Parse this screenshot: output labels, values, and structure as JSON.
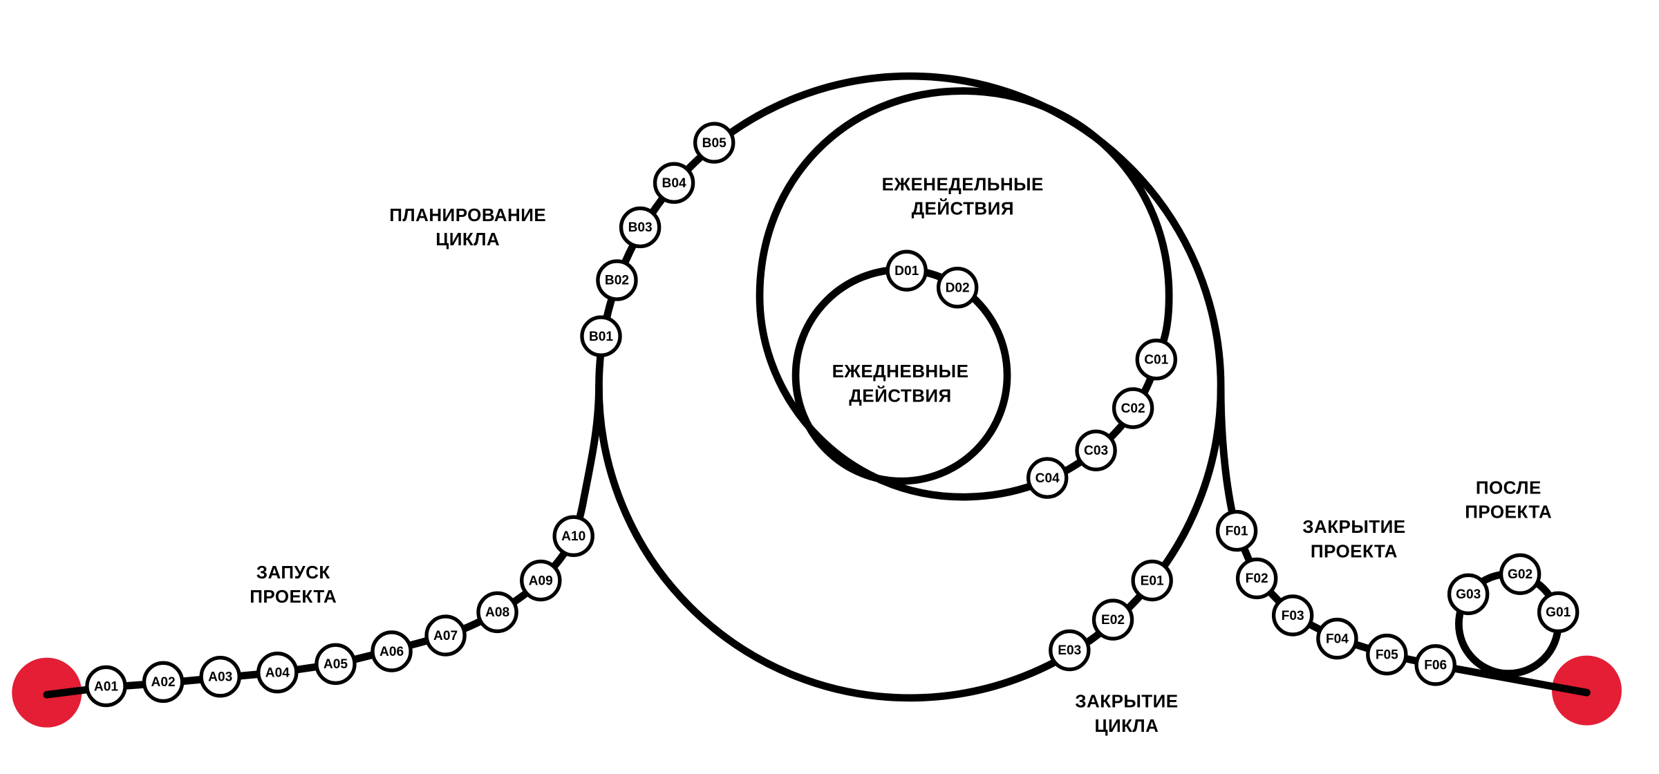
{
  "colors": {
    "line": "#000000",
    "endpoint": "#e31e35",
    "node_fill": "#ffffff"
  },
  "labels": {
    "launch": [
      "ЗАПУСК",
      "ПРОЕКТА"
    ],
    "planning": [
      "ПЛАНИРОВАНИЕ",
      "ЦИКЛА"
    ],
    "weekly": [
      "ЕЖЕНЕДЕЛЬНЫЕ",
      "ДЕЙСТВИЯ"
    ],
    "daily": [
      "ЕЖЕДНЕВНЫЕ",
      "ДЕЙСТВИЯ"
    ],
    "cycle_close": [
      "ЗАКРЫТИЕ",
      "ЦИКЛА"
    ],
    "project_close": [
      "ЗАКРЫТИЕ",
      "ПРОЕКТА"
    ],
    "after": [
      "ПОСЛЕ",
      "ПРОЕКТА"
    ]
  },
  "nodes": [
    "A01",
    "A02",
    "A03",
    "A04",
    "A05",
    "A06",
    "A07",
    "A08",
    "A09",
    "A10",
    "B01",
    "B02",
    "B03",
    "B04",
    "B05",
    "C01",
    "C02",
    "C03",
    "C04",
    "D01",
    "D02",
    "E01",
    "E02",
    "E03",
    "F01",
    "F02",
    "F03",
    "F04",
    "F05",
    "F06",
    "G01",
    "G02",
    "G03"
  ]
}
